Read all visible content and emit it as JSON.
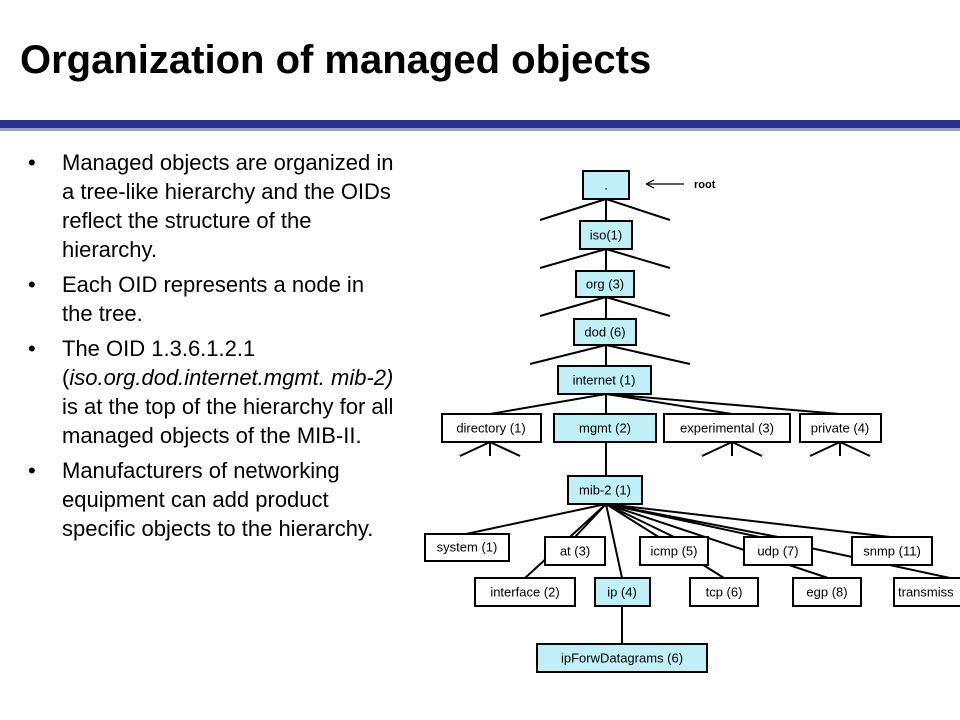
{
  "slide": {
    "title": "Organization of managed objects",
    "bullet_glyph": "•",
    "bullets": [
      {
        "text": "Managed objects are organized in a tree-like hierarchy and the OIDs reflect the structure of the hierarchy."
      },
      {
        "text": "Each OID represents a node in the tree."
      },
      {
        "pre": "The OID 1.3.6.1.2.1 (",
        "italic": "iso.org.dod.internet.mgmt.",
        "italic2": "mib-2)",
        "post": " is at the top of the hierarchy for all managed objects of the MIB-II."
      },
      {
        "text": "Manufacturers of networking equipment can add product specific objects to the hierarchy."
      }
    ]
  },
  "tree": {
    "highlight_color": "#bff0f8",
    "plain_color": "#ffffff",
    "root_annotation": "root",
    "nodes": {
      "root": ".",
      "iso": "iso(1)",
      "org": "org (3)",
      "dod": "dod (6)",
      "internet": "internet (1)",
      "directory": "directory (1)",
      "mgmt": "mgmt (2)",
      "experimental": "experimental (3)",
      "private": "private (4)",
      "mib2": "mib-2 (1)",
      "system": "system (1)",
      "at": "at (3)",
      "icmp": "icmp (5)",
      "udp": "udp (7)",
      "snmp": "snmp (11)",
      "interface": "interface (2)",
      "ip": "ip (4)",
      "tcp": "tcp (6)",
      "egp": "egp (8)",
      "transmission": "transmiss",
      "ipforw": "ipForwDatagrams (6)"
    }
  }
}
